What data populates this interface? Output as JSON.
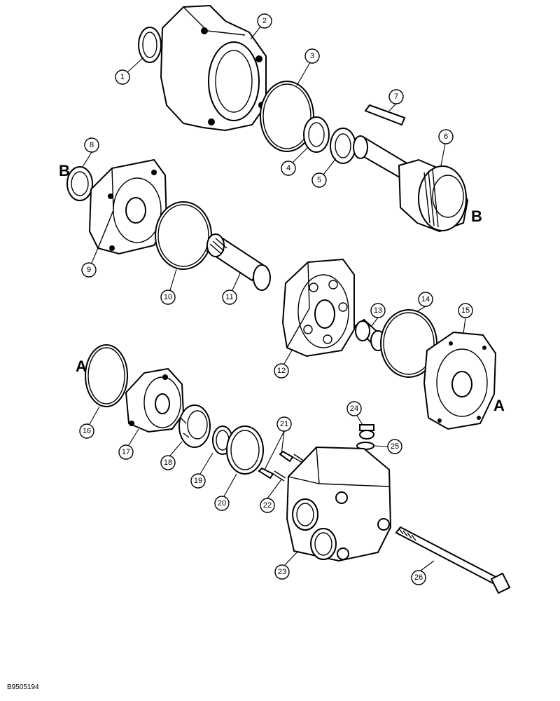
{
  "document_id": "B9505194",
  "view_markers": {
    "a": "A",
    "b": "B"
  },
  "callouts": [
    "1",
    "2",
    "3",
    "4",
    "5",
    "6",
    "7",
    "8",
    "9",
    "10",
    "11",
    "12",
    "13",
    "14",
    "15",
    "16",
    "17",
    "18",
    "19",
    "20",
    "21",
    "22",
    "23",
    "24",
    "25",
    "26"
  ]
}
